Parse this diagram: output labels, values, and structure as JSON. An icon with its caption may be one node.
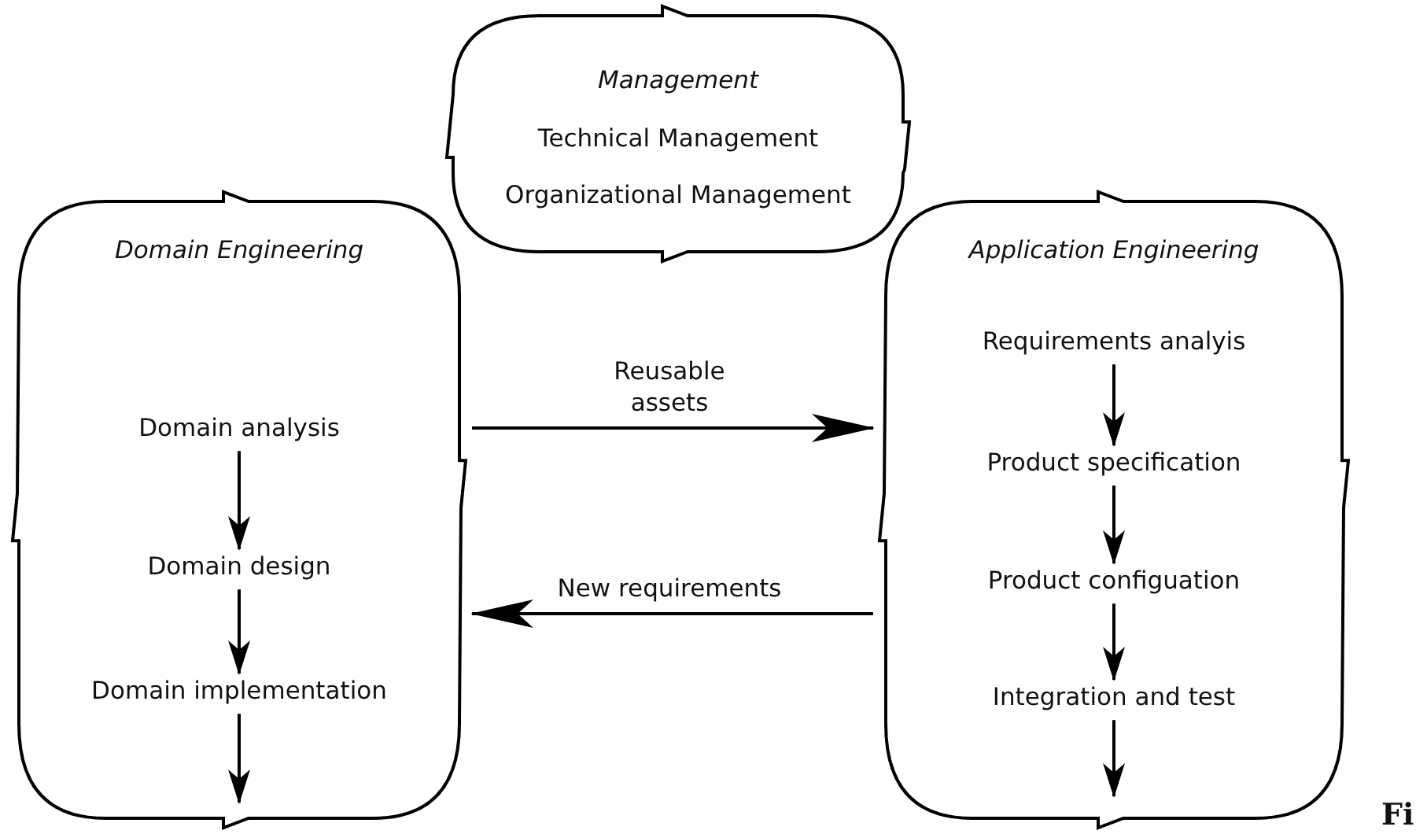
{
  "diagram": {
    "nodes": [
      {
        "text": [
          "Management",
          "Technical Management",
          "Organizational Management"
        ]
      },
      {
        "text": [
          "Domain Engineering"
        ]
      },
      {
        "text": [
          "Domain analysis"
        ],
        "in": 1
      },
      {
        "text": [
          "Domain design"
        ],
        "in": 1
      },
      {
        "text": [
          "Domain implementation"
        ],
        "in": 1
      },
      {
        "text": [
          "Application Engineering"
        ]
      },
      {
        "text": [
          "Requirements analyis"
        ],
        "in": 5
      },
      {
        "text": [
          "Product specification"
        ],
        "in": 5
      },
      {
        "text": [
          "Product configuation"
        ],
        "in": 5
      },
      {
        "text": [
          "Integration and test"
        ],
        "in": 5
      }
    ],
    "edges": [
      {
        "from": 2,
        "to": 3,
        "arrow": "to"
      },
      {
        "from": 3,
        "to": 4,
        "arrow": "to"
      },
      {
        "from": 4,
        "to": null,
        "arrow": "to"
      },
      {
        "from": 6,
        "to": 7,
        "arrow": "to"
      },
      {
        "from": 7,
        "to": 8,
        "arrow": "to"
      },
      {
        "from": 8,
        "to": 9,
        "arrow": "to"
      },
      {
        "from": 9,
        "to": null,
        "arrow": "to"
      },
      {
        "from": 1,
        "to": 5,
        "label": "Reusable assets",
        "arrow": "to"
      },
      {
        "from": 5,
        "to": 1,
        "label": "New requirements",
        "arrow": "to"
      }
    ],
    "labels": [
      "Fi"
    ]
  }
}
